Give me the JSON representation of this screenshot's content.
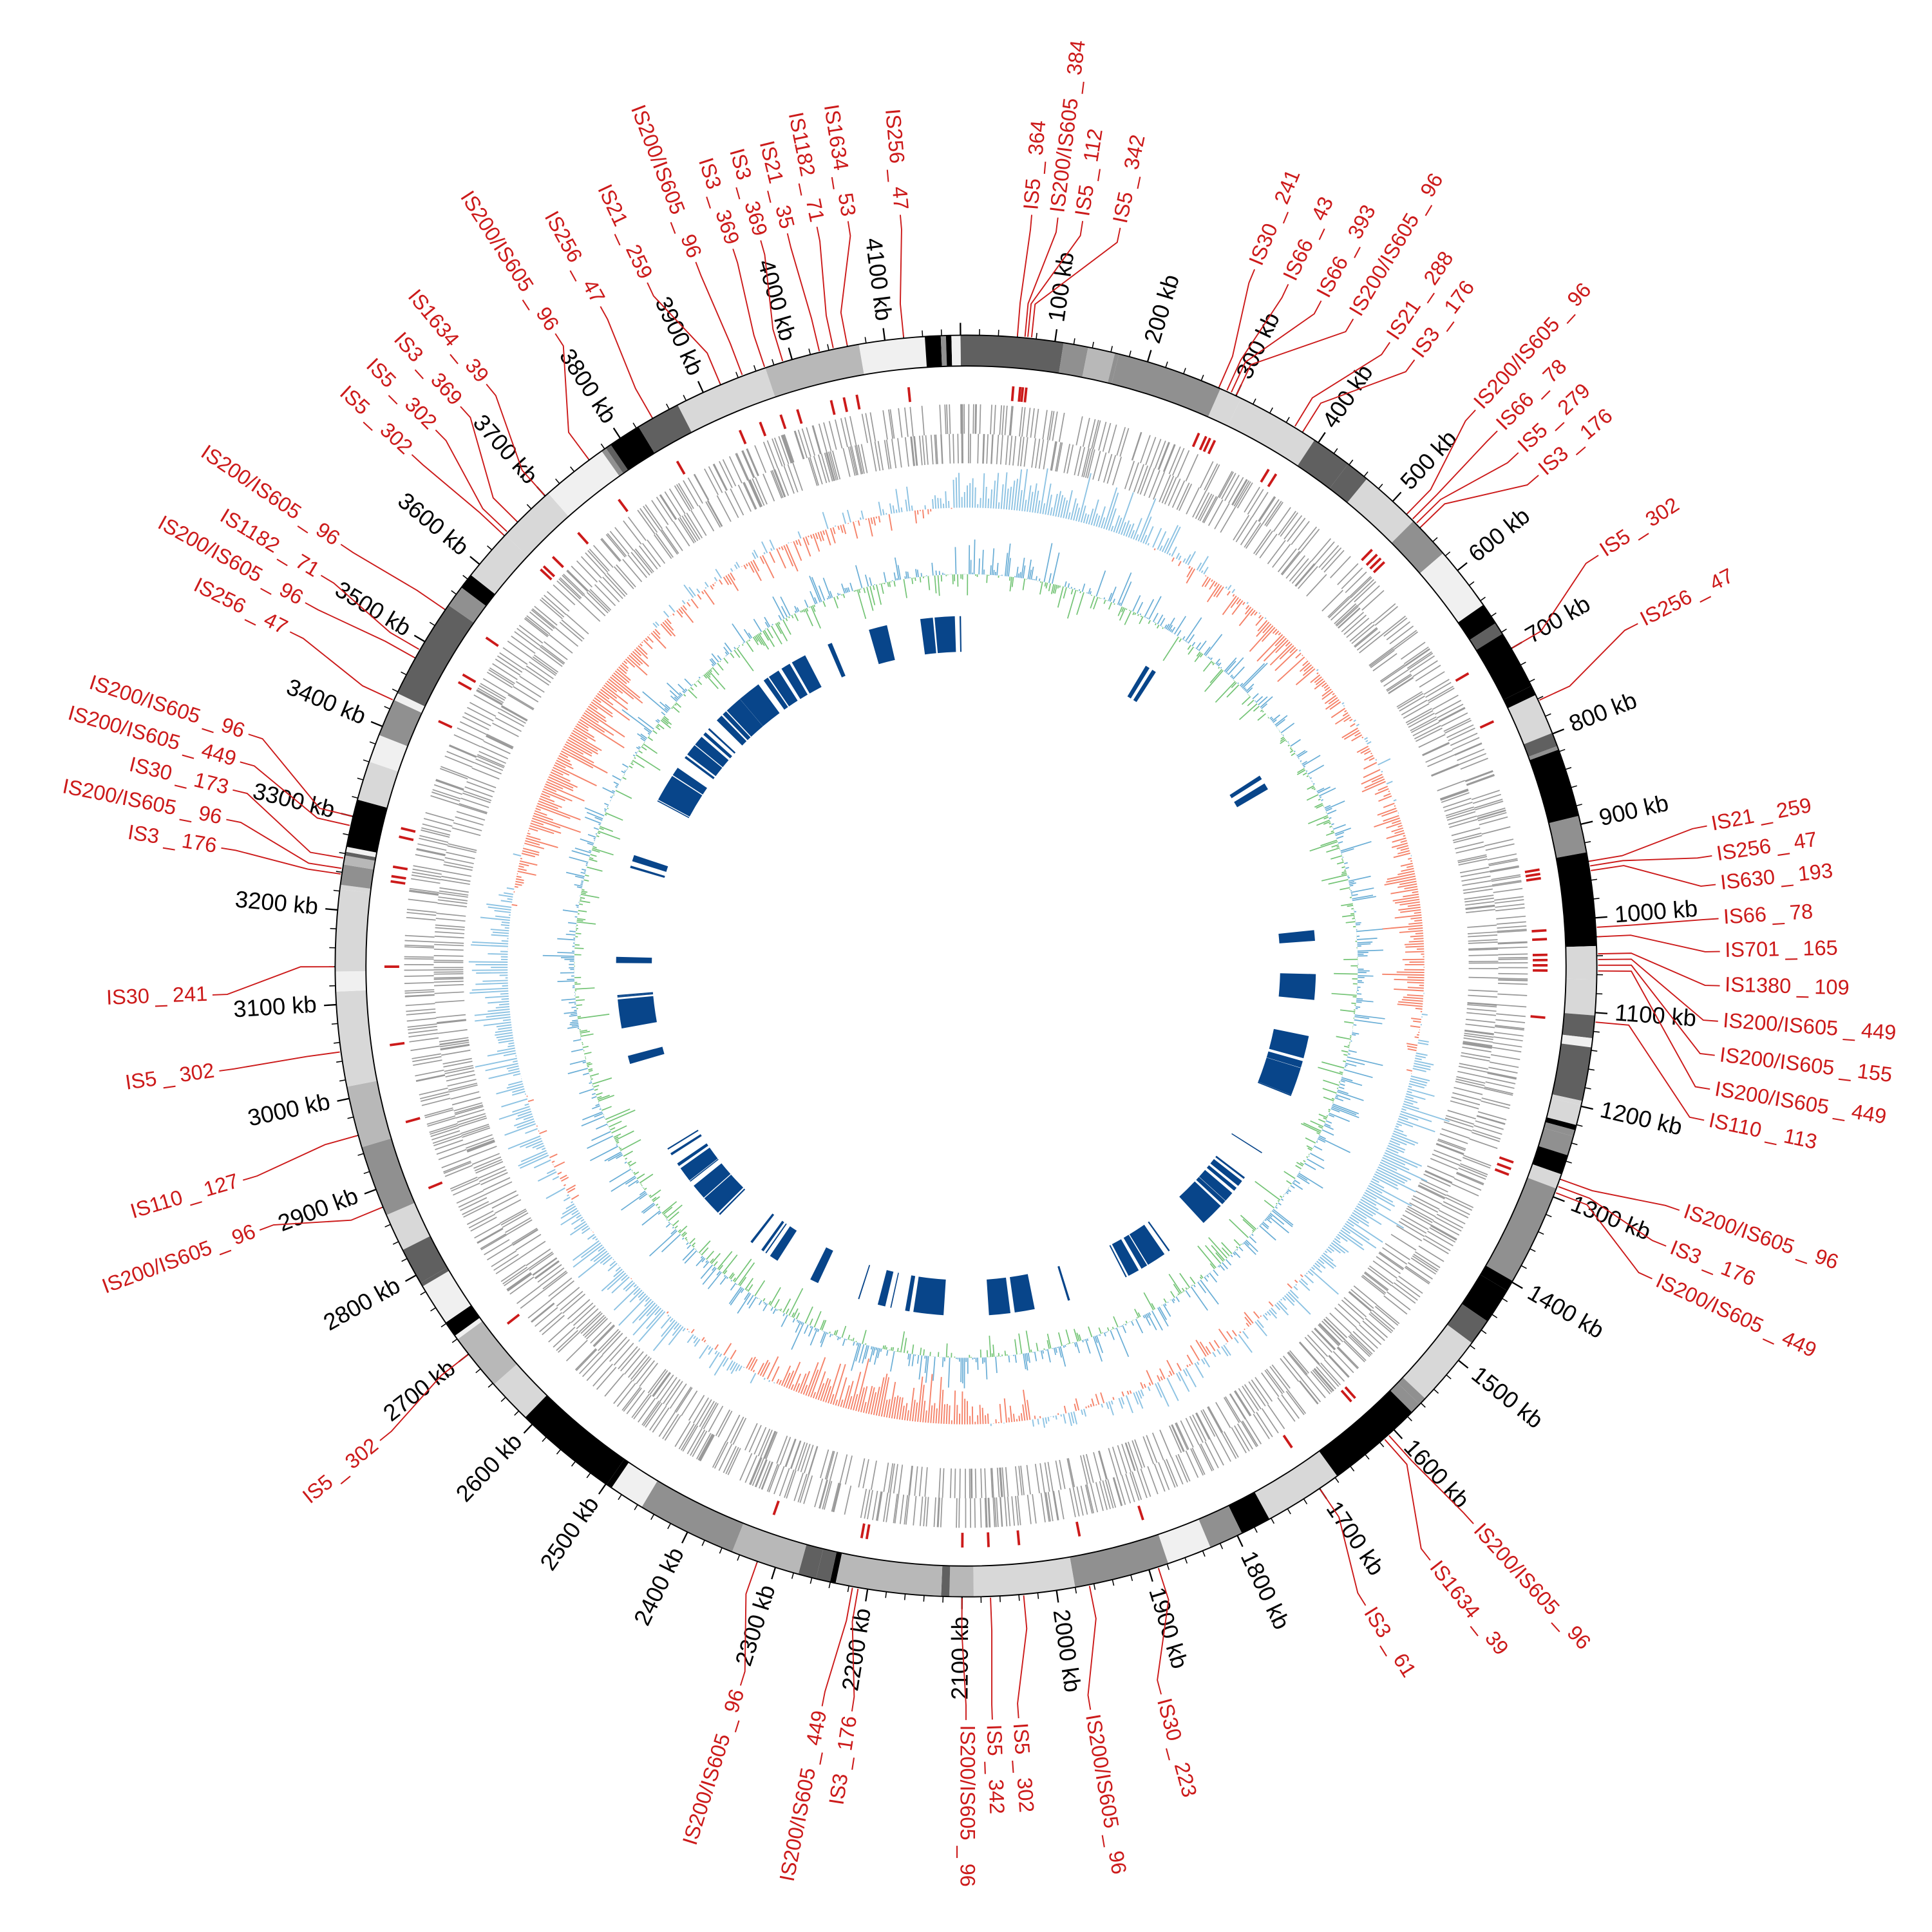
{
  "chart_data": {
    "type": "circular",
    "genome_length_kb": 4180,
    "tick_labels": [
      "100 kb",
      "200 kb",
      "300 kb",
      "400 kb",
      "500 kb",
      "600 kb",
      "700 kb",
      "800 kb",
      "900 kb",
      "1000 kb",
      "1100 kb",
      "1200 kb",
      "1300 kb",
      "1400 kb",
      "1500 kb",
      "1600 kb",
      "1700 kb",
      "1800 kb",
      "1900 kb",
      "2000 kb",
      "2100 kb",
      "2200 kb",
      "2300 kb",
      "2400 kb",
      "2500 kb",
      "2600 kb",
      "2700 kb",
      "2800 kb",
      "2900 kb",
      "3000 kb",
      "3100 kb",
      "3200 kb",
      "3300 kb",
      "3400 kb",
      "3500 kb",
      "3600 kb",
      "3700 kb",
      "3800 kb",
      "3900 kb",
      "4000 kb",
      "4100 kb"
    ],
    "is_elements": [
      {
        "label": "IS5 _ 364",
        "position_kb": 60
      },
      {
        "label": "IS200/IS605 _ 384",
        "position_kb": 68
      },
      {
        "label": "IS5 _ 112",
        "position_kb": 71
      },
      {
        "label": "IS5 _ 342",
        "position_kb": 75
      },
      {
        "label": "IS30 _ 241",
        "position_kb": 280
      },
      {
        "label": "IS66 _ 43",
        "position_kb": 289
      },
      {
        "label": "IS66 _ 393",
        "position_kb": 294
      },
      {
        "label": "IS200/IS605 _ 96",
        "position_kb": 300
      },
      {
        "label": "IS21 _ 288",
        "position_kb": 370
      },
      {
        "label": "IS3 _ 176",
        "position_kb": 380
      },
      {
        "label": "IS200/IS605 _ 96",
        "position_kb": 520
      },
      {
        "label": "IS66 _ 78",
        "position_kb": 528
      },
      {
        "label": "IS5 _ 279",
        "position_kb": 534
      },
      {
        "label": "IS3 _ 176",
        "position_kb": 540
      },
      {
        "label": "IS5 _ 302",
        "position_kb": 700
      },
      {
        "label": "IS256 _ 47",
        "position_kb": 762
      },
      {
        "label": "IS21 _ 259",
        "position_kb": 940
      },
      {
        "label": "IS256 _ 47",
        "position_kb": 945
      },
      {
        "label": "IS630 _ 193",
        "position_kb": 950
      },
      {
        "label": "IS66 _ 78",
        "position_kb": 1010
      },
      {
        "label": "IS701 _ 165",
        "position_kb": 1020
      },
      {
        "label": "IS1380 _ 109",
        "position_kb": 1038
      },
      {
        "label": "IS200/IS605 _ 449",
        "position_kb": 1044
      },
      {
        "label": "IS200/IS605 _ 155",
        "position_kb": 1050
      },
      {
        "label": "IS200/IS605 _ 449",
        "position_kb": 1056
      },
      {
        "label": "IS110 _ 113",
        "position_kb": 1110
      },
      {
        "label": "IS200/IS605 _ 96",
        "position_kb": 1280
      },
      {
        "label": "IS3 _ 176",
        "position_kb": 1288
      },
      {
        "label": "IS200/IS605 _ 449",
        "position_kb": 1295
      },
      {
        "label": "IS200/IS605 _ 96",
        "position_kb": 1608
      },
      {
        "label": "IS1634 _ 39",
        "position_kb": 1614
      },
      {
        "label": "IS3 _ 61",
        "position_kb": 1700
      },
      {
        "label": "IS30 _ 223",
        "position_kb": 1890
      },
      {
        "label": "IS200/IS605 _ 96",
        "position_kb": 1965
      },
      {
        "label": "IS5 _ 302",
        "position_kb": 2035
      },
      {
        "label": "IS5 _ 342",
        "position_kb": 2070
      },
      {
        "label": "IS200/IS605 _ 96",
        "position_kb": 2100
      },
      {
        "label": "IS3 _ 176",
        "position_kb": 2210
      },
      {
        "label": "IS200/IS605 _ 449",
        "position_kb": 2216
      },
      {
        "label": "IS200/IS605 _ 96",
        "position_kb": 2320
      },
      {
        "label": "IS5 _ 302",
        "position_kb": 2700
      },
      {
        "label": "IS200/IS605 _ 96",
        "position_kb": 2880
      },
      {
        "label": "IS110 _ 127",
        "position_kb": 2960
      },
      {
        "label": "IS5 _ 302",
        "position_kb": 3050
      },
      {
        "label": "IS30 _ 241",
        "position_kb": 3140
      },
      {
        "label": "IS3 _ 176",
        "position_kb": 3238
      },
      {
        "label": "IS200/IS605 _ 96",
        "position_kb": 3244
      },
      {
        "label": "IS30 _ 173",
        "position_kb": 3255
      },
      {
        "label": "IS200/IS605 _ 449",
        "position_kb": 3290
      },
      {
        "label": "IS200/IS605 _ 96",
        "position_kb": 3300
      },
      {
        "label": "IS256 _ 47",
        "position_kb": 3430
      },
      {
        "label": "IS200/IS605 _ 96",
        "position_kb": 3480
      },
      {
        "label": "IS1182 _ 71",
        "position_kb": 3490
      },
      {
        "label": "IS200/IS605 _ 96",
        "position_kb": 3540
      },
      {
        "label": "IS5 _ 302",
        "position_kb": 3640
      },
      {
        "label": "IS5 _ 302",
        "position_kb": 3645
      },
      {
        "label": "IS3 _ 369",
        "position_kb": 3660
      },
      {
        "label": "IS1634 _ 39",
        "position_kb": 3700
      },
      {
        "label": "IS200/IS605 _ 96",
        "position_kb": 3760
      },
      {
        "label": "IS256 _ 47",
        "position_kb": 3840
      },
      {
        "label": "IS21 _ 259",
        "position_kb": 3920
      },
      {
        "label": "IS200/IS605 _ 96",
        "position_kb": 3945
      },
      {
        "label": "IS3 _ 369",
        "position_kb": 3970
      },
      {
        "label": "IS3 _ 369",
        "position_kb": 3990
      },
      {
        "label": "IS21 _ 35",
        "position_kb": 4030
      },
      {
        "label": "IS1182 _ 71",
        "position_kb": 4045
      },
      {
        "label": "IS1634 _ 53",
        "position_kb": 4060
      },
      {
        "label": "IS256 _ 47",
        "position_kb": 4120
      }
    ],
    "colors": {
      "is_elements": "#cc1a1a",
      "genes": "#999999",
      "skew_positive": "#8dc3e3",
      "skew_negative": "#f5836a",
      "content_positive": "#6aaed6",
      "content_negative": "#74c476",
      "blocks": "#08458a"
    }
  }
}
